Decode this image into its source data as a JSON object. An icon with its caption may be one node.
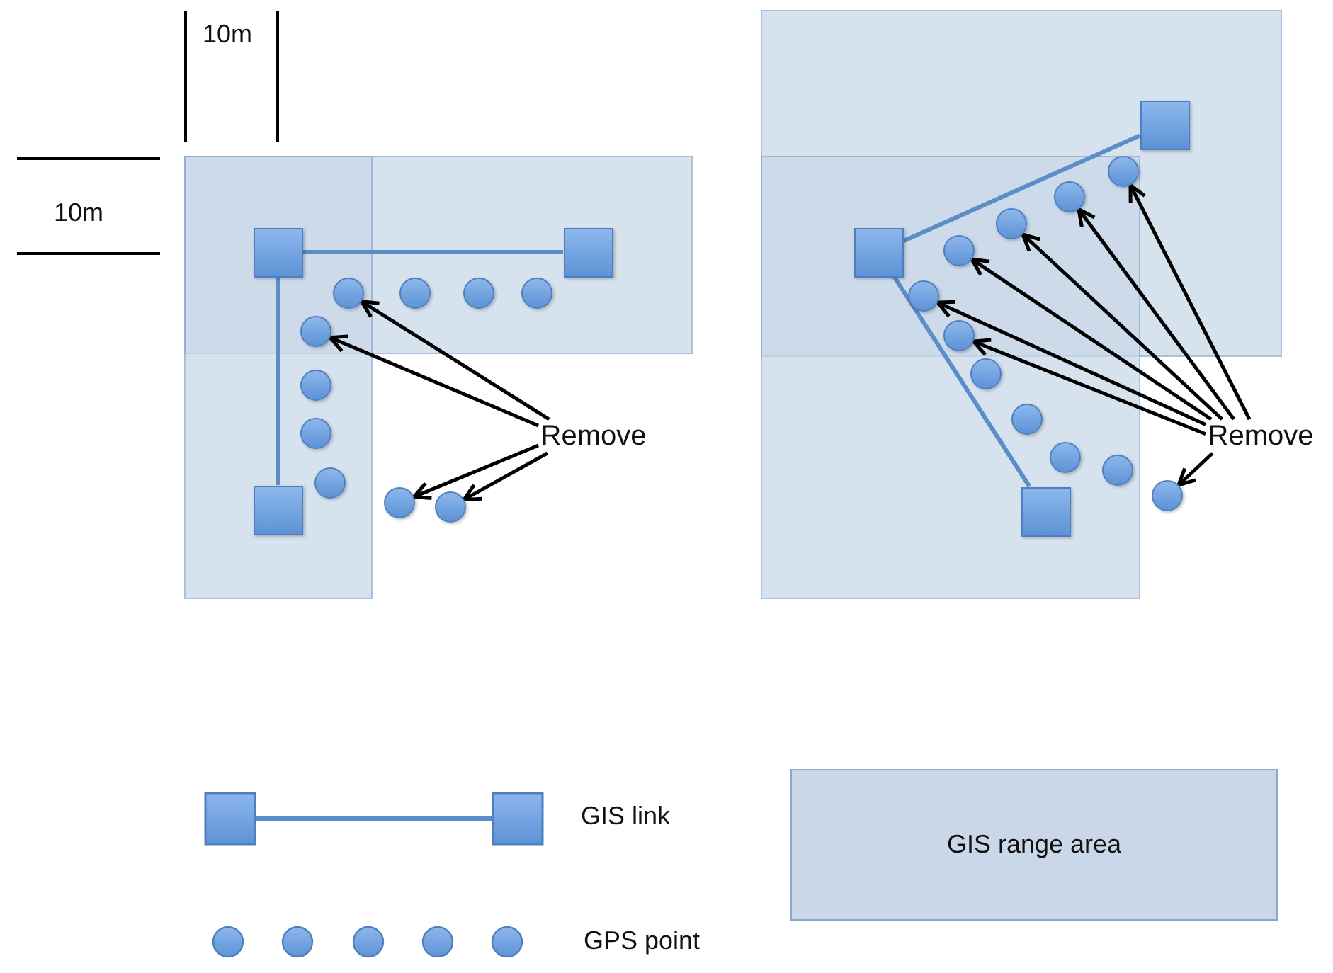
{
  "diagram": {
    "nodes": [
      {
        "text": [],
        "shape": "box"
      },
      {
        "text": [],
        "shape": "box"
      },
      {
        "text": [],
        "shape": "box"
      },
      {
        "text": [],
        "shape": "circle"
      },
      {
        "text": [],
        "shape": "circle"
      },
      {
        "text": [],
        "shape": "circle"
      },
      {
        "text": [],
        "shape": "circle"
      },
      {
        "text": [],
        "shape": "circle"
      },
      {
        "text": [],
        "shape": "circle"
      },
      {
        "text": [],
        "shape": "circle"
      },
      {
        "text": [],
        "shape": "circle"
      },
      {
        "text": [],
        "shape": "circle"
      },
      {
        "text": [],
        "shape": "circle"
      },
      {
        "text": [
          "Remove"
        ]
      },
      {
        "text": [],
        "shape": "box"
      },
      {
        "text": [],
        "shape": "box"
      },
      {
        "text": [],
        "shape": "box"
      },
      {
        "text": [],
        "shape": "circle"
      },
      {
        "text": [],
        "shape": "circle"
      },
      {
        "text": [],
        "shape": "circle"
      },
      {
        "text": [],
        "shape": "circle"
      },
      {
        "text": [],
        "shape": "circle"
      },
      {
        "text": [],
        "shape": "circle"
      },
      {
        "text": [],
        "shape": "circle"
      },
      {
        "text": [],
        "shape": "circle"
      },
      {
        "text": [],
        "shape": "circle"
      },
      {
        "text": [],
        "shape": "circle"
      },
      {
        "text": [],
        "shape": "circle"
      },
      {
        "text": [
          "Remove"
        ]
      }
    ],
    "edges": [
      {
        "from": 0,
        "to": 1,
        "arrow": "none",
        "color": "#5b8dc9"
      },
      {
        "from": 0,
        "to": 2,
        "arrow": "none",
        "color": "#5b8dc9"
      },
      {
        "from": 13,
        "to": 3,
        "arrow": "to"
      },
      {
        "from": 13,
        "to": 7,
        "arrow": "to"
      },
      {
        "from": 13,
        "to": 11,
        "arrow": "to"
      },
      {
        "from": 13,
        "to": 12,
        "arrow": "to"
      },
      {
        "from": 14,
        "to": 15,
        "arrow": "none",
        "color": "#5b8dc9"
      },
      {
        "from": 14,
        "to": 16,
        "arrow": "none",
        "color": "#5b8dc9"
      },
      {
        "from": 28,
        "to": 17,
        "arrow": "to"
      },
      {
        "from": 28,
        "to": 18,
        "arrow": "to"
      },
      {
        "from": 28,
        "to": 19,
        "arrow": "to"
      },
      {
        "from": 28,
        "to": 20,
        "arrow": "to"
      },
      {
        "from": 28,
        "to": 21,
        "arrow": "to"
      },
      {
        "from": 28,
        "to": 22,
        "arrow": "to"
      },
      {
        "from": 28,
        "to": 27,
        "arrow": "to"
      }
    ],
    "labels": [
      "10m",
      "10m"
    ],
    "legend": [
      {
        "text": "GIS link"
      },
      {
        "text": "GPS point"
      },
      {
        "text": "GIS range area",
        "color": "#c9d7e9"
      }
    ]
  }
}
